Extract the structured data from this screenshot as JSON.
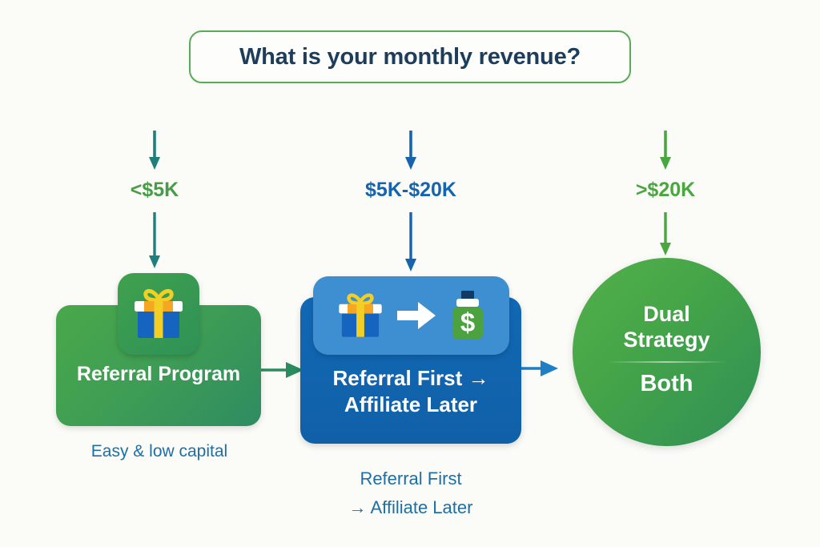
{
  "background_color": "#fbfbf8",
  "question": {
    "text": "What is your monthly revenue?",
    "border_color": "#5aab57",
    "text_color": "#1c3d5c"
  },
  "branches": [
    {
      "id": "low",
      "label": "<$5K",
      "color": "#4a9b49"
    },
    {
      "id": "mid",
      "label": "$5K-$20K",
      "color": "#1664ae"
    },
    {
      "id": "high",
      "label": ">$20K",
      "color": "#4aa63f"
    }
  ],
  "cards": {
    "referral": {
      "title": "Referral Program",
      "caption": "Easy & low capital",
      "color": "#3f9e53",
      "icon": "gift-icon"
    },
    "hybrid": {
      "title_line1": "Referral First →",
      "title_line2": "Affiliate Later",
      "caption_line1": "Referral First",
      "caption_line2": "→ Affiliate Later",
      "color": "#1268b4",
      "icons": [
        "gift-icon",
        "arrow-right-icon",
        "money-bottle-icon"
      ]
    },
    "dual": {
      "title_line1": "Dual",
      "title_line2": "Strategy",
      "subtitle": "Both",
      "color": "#45a548"
    }
  },
  "connectors": {
    "trunk_color": "#1b7a8c",
    "left_arrow_color": "#1f7f7a",
    "mid_arrow_color": "#1664ae",
    "right_arrow_color": "#4aa63f",
    "card_link_1_color": "#2b8a5e",
    "card_link_2_color": "#1f7ec4"
  }
}
